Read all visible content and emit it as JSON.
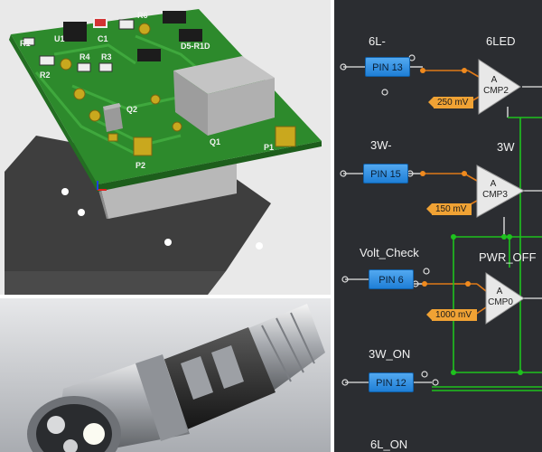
{
  "pcb": {
    "labels": [
      "R1",
      "U1",
      "C1",
      "R6",
      "D5-R1D",
      "R2",
      "R4",
      "R3",
      "Q2",
      "Q1",
      "P2",
      "P1"
    ]
  },
  "schematic": {
    "blocks": [
      {
        "net": "6L-",
        "pin": "PIN 13",
        "output": "6LED",
        "comp_type": "A",
        "comp": "CMP2",
        "threshold": "250 mV"
      },
      {
        "net": "3W-",
        "pin": "PIN 15",
        "output": "3W",
        "comp_type": "A",
        "comp": "CMP3",
        "threshold": "150 mV"
      },
      {
        "net": "Volt_Check",
        "pin": "PIN 6",
        "output": "PWR_OFF",
        "comp_type": "A",
        "comp": "CMP0",
        "threshold": "1000 mV"
      }
    ],
    "extra_pin": {
      "net": "3W_ON",
      "pin": "PIN 12"
    },
    "bottom_label": "6L_ON"
  },
  "colors": {
    "schematic_bg": "#2b2d31",
    "pin_button": "#2f8fe3",
    "threshold_tag": "#f0a234",
    "wire_orange": "#e07a18",
    "wire_green": "#1ec21e",
    "pcb_green": "#2d8a2c"
  }
}
